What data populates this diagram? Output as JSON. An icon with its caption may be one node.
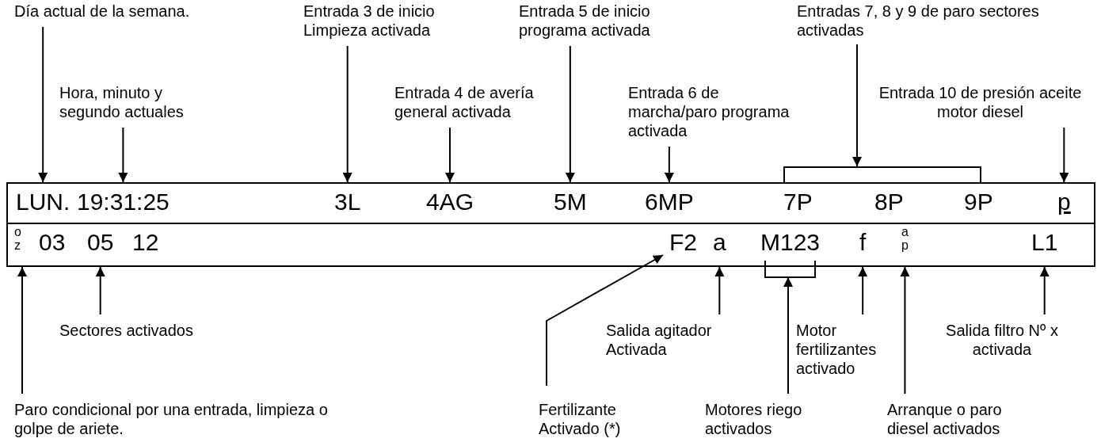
{
  "diagram": {
    "nodes": [
      {
        "text": [
          "Día actual de la semana."
        ]
      },
      {
        "text": [
          "Entrada 3 de inicio Limpieza activada"
        ]
      },
      {
        "text": [
          "Entrada 5 de inicio programa activada"
        ]
      },
      {
        "text": [
          "Entradas 7, 8 y 9 de paro sectores activadas"
        ]
      },
      {
        "text": [
          "Hora, minuto y segundo actuales"
        ]
      },
      {
        "text": [
          "Entrada 4 de avería general activada"
        ]
      },
      {
        "text": [
          "Entrada 6 de marcha/paro programa activada"
        ]
      },
      {
        "text": [
          "Entrada 10 de presión aceite motor diesel"
        ]
      },
      {
        "text": [],
        "shape": "box"
      },
      {
        "text": [
          "LUN."
        ],
        "in": 8
      },
      {
        "text": [
          "19:31:25"
        ],
        "in": 8
      },
      {
        "text": [
          "3L"
        ],
        "in": 8
      },
      {
        "text": [
          "4AG"
        ],
        "in": 8
      },
      {
        "text": [
          "5M"
        ],
        "in": 8
      },
      {
        "text": [
          "6MP"
        ],
        "in": 8
      },
      {
        "text": [
          "7P"
        ],
        "in": 8
      },
      {
        "text": [
          "8P"
        ],
        "in": 8
      },
      {
        "text": [
          "9P"
        ],
        "in": 8
      },
      {
        "text": [
          "p"
        ],
        "in": 8
      },
      {
        "text": [],
        "shape": "box"
      },
      {
        "text": [
          "o",
          "z"
        ],
        "in": 19
      },
      {
        "text": [
          "03"
        ],
        "in": 19
      },
      {
        "text": [
          "05"
        ],
        "in": 19
      },
      {
        "text": [
          "12"
        ],
        "in": 19
      },
      {
        "text": [
          "F2"
        ],
        "in": 19
      },
      {
        "text": [
          "a"
        ],
        "in": 19
      },
      {
        "text": [
          "M123"
        ],
        "in": 19
      },
      {
        "text": [
          "f"
        ],
        "in": 19
      },
      {
        "text": [
          "a",
          "p"
        ],
        "in": 19
      },
      {
        "text": [
          "L1"
        ],
        "in": 19
      },
      {
        "text": [
          "Sectores activados"
        ]
      },
      {
        "text": [
          "Salida agitador Activada"
        ]
      },
      {
        "text": [
          "Motor fertilizantes activado"
        ]
      },
      {
        "text": [
          "Salida filtro Nº x activada"
        ]
      },
      {
        "text": [
          "Paro condicional por una entrada, limpieza o golpe de ariete."
        ]
      },
      {
        "text": [
          "Fertilizante Activado (*)"
        ]
      },
      {
        "text": [
          "Motores riego activados"
        ]
      },
      {
        "text": [
          "Arranque o paro diesel activados"
        ]
      },
      {
        "text": [],
        "shape": "bar"
      }
    ],
    "edges": [
      {
        "from": 0,
        "to": 9,
        "arrow": "to"
      },
      {
        "from": 4,
        "to": 10,
        "arrow": "to"
      },
      {
        "from": 1,
        "to": 11,
        "arrow": "to"
      },
      {
        "from": 5,
        "to": 12,
        "arrow": "to"
      },
      {
        "from": 2,
        "to": 13,
        "arrow": "to"
      },
      {
        "from": 6,
        "to": 14,
        "arrow": "to"
      },
      {
        "from": 3,
        "to": 38,
        "arrow": "to"
      },
      {
        "from": 38,
        "to": 15,
        "arrow": "none"
      },
      {
        "from": 38,
        "to": 17,
        "arrow": "none"
      },
      {
        "from": 7,
        "to": 18,
        "arrow": "to"
      },
      {
        "from": 34,
        "to": 20,
        "arrow": "to"
      },
      {
        "from": 30,
        "to": 22,
        "arrow": "to"
      },
      {
        "from": 35,
        "to": 24,
        "arrow": "to"
      },
      {
        "from": 31,
        "to": 25,
        "arrow": "to"
      },
      {
        "from": 36,
        "to": 26,
        "arrow": "to"
      },
      {
        "from": 32,
        "to": 27,
        "arrow": "to"
      },
      {
        "from": 37,
        "to": 28,
        "arrow": "to"
      },
      {
        "from": 33,
        "to": 29,
        "arrow": "to"
      }
    ]
  }
}
